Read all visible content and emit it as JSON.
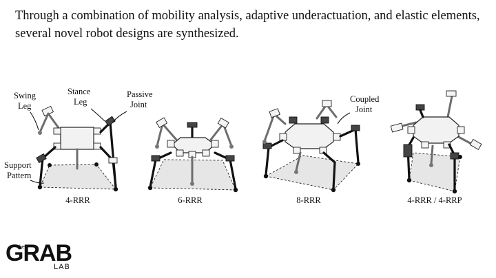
{
  "headline": "Through a combination of mobility analysis, adaptive underactuation, and elastic elements, several novel robot designs are synthesized.",
  "annotations": {
    "swing_leg": [
      "Swing",
      "Leg"
    ],
    "stance_leg": [
      "Stance",
      "Leg"
    ],
    "passive_joint": [
      "Passive",
      "Joint"
    ],
    "support_pattern": [
      "Support",
      "Pattern"
    ],
    "coupled_joint": [
      "Coupled",
      "Joint"
    ]
  },
  "robots": [
    {
      "caption": "4-RRR"
    },
    {
      "caption": "6-RRR"
    },
    {
      "caption": "8-RRR"
    },
    {
      "caption": "4-RRR / 4-RRP"
    }
  ],
  "logo": {
    "small": "the",
    "big": "GRAB",
    "sub": "LAB"
  },
  "colors": {
    "ink": "#111111",
    "support_fill": "#e6e6e6",
    "passive_leg": "#6d6d6d"
  }
}
